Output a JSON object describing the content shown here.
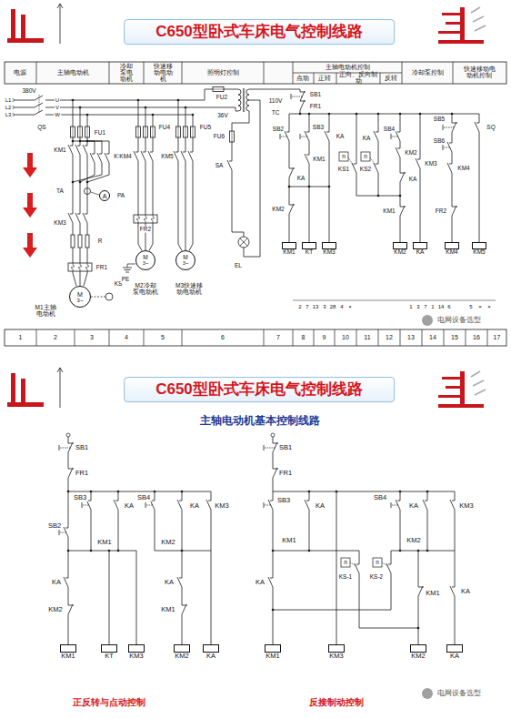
{
  "diagram": {
    "title": "C650型卧式车床电气控制线路",
    "nodes": [
      {
        "text": [
          "A"
        ]
      },
      {
        "text": [
          "M",
          "3~"
        ]
      },
      {
        "text": [
          "M",
          "3~"
        ]
      },
      {
        "text": [
          "M",
          "3~"
        ]
      },
      {
        "text": [
          "KM1"
        ]
      },
      {
        "text": [
          "KT"
        ]
      },
      {
        "text": [
          "KM3"
        ]
      },
      {
        "text": [
          "KM2"
        ]
      },
      {
        "text": [
          "KA"
        ]
      },
      {
        "text": [
          "KM4"
        ]
      },
      {
        "text": [
          "KM5"
        ]
      },
      {
        "text": [
          "KM1"
        ]
      },
      {
        "text": [
          "KT"
        ]
      },
      {
        "text": [
          "KM3"
        ]
      },
      {
        "text": [
          "KM2"
        ]
      },
      {
        "text": [
          "KA"
        ]
      },
      {
        "text": [
          "KM1"
        ]
      },
      {
        "text": [
          "KM3"
        ]
      },
      {
        "text": [
          "KM2"
        ]
      },
      {
        "text": [
          "KA"
        ]
      }
    ],
    "labels": [
      "电源",
      "主轴电动机",
      "冷却泵电动机",
      "快速移动电动机",
      "照明灯控制",
      "主轴电动机控制",
      "点动",
      "正转",
      "正向、反向制动",
      "反转",
      "冷却泵控制",
      "快速移动电动机控制",
      "380V",
      "L1",
      "L2",
      "L3",
      "QS",
      "U",
      "V",
      "W",
      "FU1",
      "KM1",
      "KM2",
      "TA",
      "PA",
      "KM3",
      "R",
      "FR1",
      "KS",
      "M1主轴电动机",
      "FU4",
      "KM4",
      "FR2",
      "PE",
      "M2冷却泵电动机",
      "FU5",
      "KM5",
      "M3快速移动电动机",
      "FU2",
      "TC",
      "36V",
      "110V",
      "FU6",
      "SA",
      "EL",
      "SB1",
      "FR1",
      "SB2",
      "SB3",
      "KA",
      "KM1",
      "KA",
      "n",
      "KS1",
      "n",
      "KS2",
      "SB4",
      "KA",
      "KM2",
      "KA",
      "KM2",
      "KM1",
      "SB5",
      "KM3",
      "SB6",
      "KM4",
      "SQ",
      "FR2",
      "2",
      "7",
      "13",
      "3",
      "28",
      "4",
      "×",
      "1",
      "3",
      "7",
      "1",
      "14",
      "6",
      "5",
      "×",
      "×",
      "1",
      "2",
      "3",
      "4",
      "5",
      "6",
      "7",
      "8",
      "9",
      "10",
      "11",
      "12",
      "13",
      "14",
      "15",
      "16",
      "17",
      "电网设备选型",
      "C650型卧式车床电气控制线路",
      "主轴电动机基本控制线路",
      "SB1",
      "FR1",
      "SB3",
      "KA",
      "SB4",
      "KA",
      "KM3",
      "SB2",
      "KM1",
      "KM2",
      "KA",
      "KA",
      "KM2",
      "KM1",
      "SB1",
      "FR1",
      "SB3",
      "KA",
      "SB4",
      "KA",
      "KM3",
      "KM1",
      "KM2",
      "KA",
      "n",
      "KS-1",
      "n",
      "KS-2",
      "KA",
      "KM1",
      "正反转与点动控制",
      "反接制动控制",
      "电网设备选型"
    ]
  }
}
